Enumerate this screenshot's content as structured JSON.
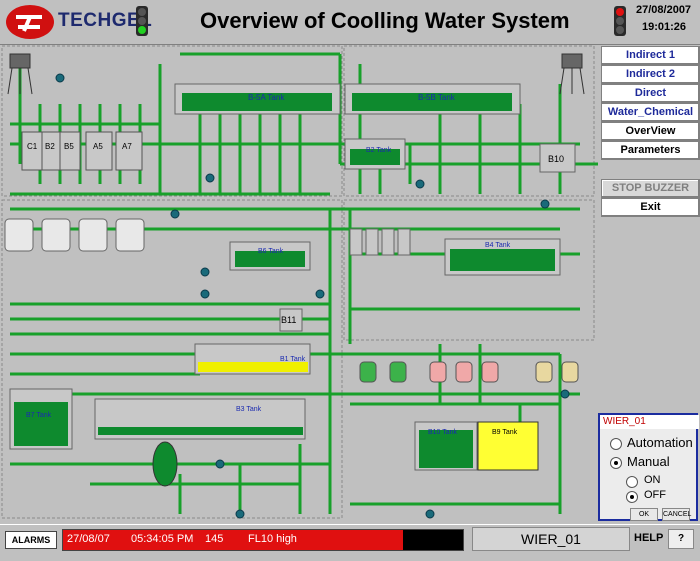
{
  "header": {
    "logo_text": "TECHGEL",
    "title": "Overview of Coolling Water System",
    "date": "27/08/2007",
    "time": "19:01:26"
  },
  "nav": {
    "buttons": [
      "Indirect 1",
      "Indirect 2",
      "Direct",
      "Water_Chemical",
      "OverView",
      "Parameters",
      "STOP BUZZER",
      "Exit"
    ]
  },
  "plant": {
    "tank_b5a": "B-5A Tank",
    "tank_b5b": "B-5B Tank",
    "tank_b2": "B2 Tank",
    "tank_b10_small": "B10",
    "tank_b6": "B6 Tank",
    "tank_b4": "B4 Tank",
    "tank_b11": "B11",
    "tank_b1": "B1 Tank",
    "tank_b7": "B7 Tank",
    "tank_b3": "B3 Tank",
    "tank_b10": "B10 Tank",
    "tank_b9": "B9 Tank",
    "cabinets": [
      "C1",
      "B2",
      "B5",
      "A5",
      "A7"
    ]
  },
  "wier_panel": {
    "title": "WIER_01",
    "automation": "Automation",
    "manual": "Manual",
    "on": "ON",
    "off": "OFF",
    "ok": "OK",
    "cancel": "CANCEL",
    "mode": "Manual",
    "state": "OFF"
  },
  "status": {
    "alarms_label": "ALARMS",
    "alarm_date": "27/08/07",
    "alarm_time": "05:34:05 PM",
    "alarm_code": "145",
    "alarm_text": "FL10 high",
    "alarm_fill": 0.85,
    "selected": "WIER_01",
    "help": "HELP",
    "help_icon": "?"
  },
  "colors": {
    "pipe": "#18a02a",
    "tank_fill": "#0e8a2e",
    "tank_label": "#1a2ab0",
    "alarm": "#e01010"
  }
}
